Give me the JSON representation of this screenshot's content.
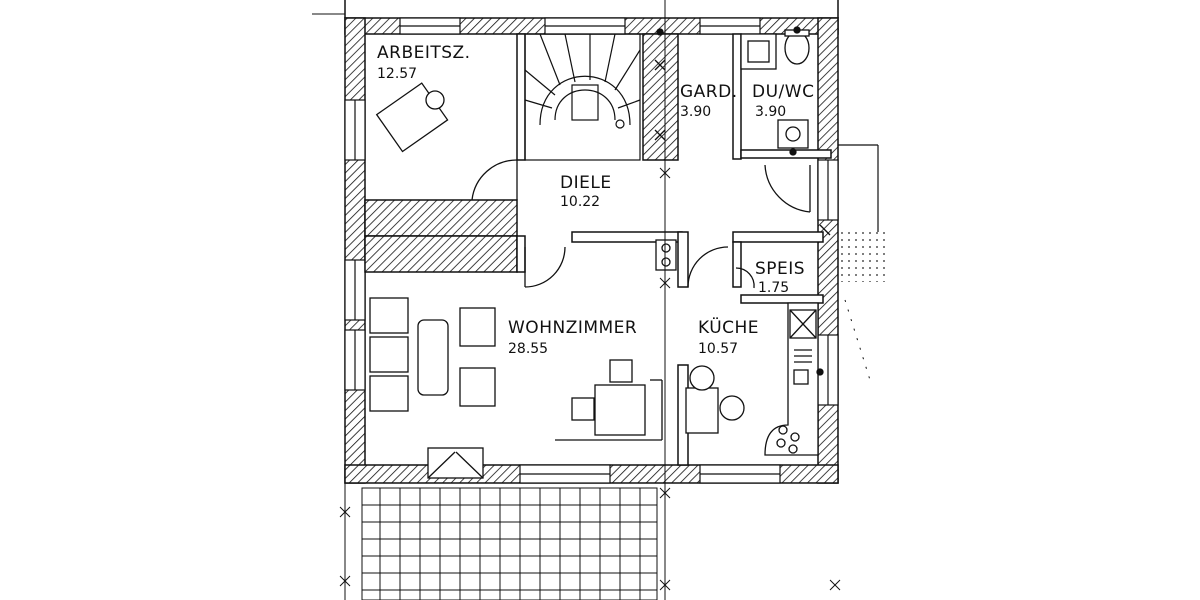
{
  "colors": {
    "ink": "#111111",
    "paper": "#ffffff"
  },
  "rooms": [
    {
      "id": "arbeitszimmer",
      "name": "ARBEITSZ.",
      "area": "12.57"
    },
    {
      "id": "garderobe",
      "name": "GARD.",
      "area": "3.90"
    },
    {
      "id": "du-wc",
      "name": "DU/WC",
      "area": "3.90"
    },
    {
      "id": "diele",
      "name": "DIELE",
      "area": "10.22"
    },
    {
      "id": "speis",
      "name": "SPEIS",
      "area": "1.75"
    },
    {
      "id": "wohnzimmer",
      "name": "WOHNZIMMER",
      "area": "28.55"
    },
    {
      "id": "kueche",
      "name": "KÜCHE",
      "area": "10.57"
    }
  ]
}
